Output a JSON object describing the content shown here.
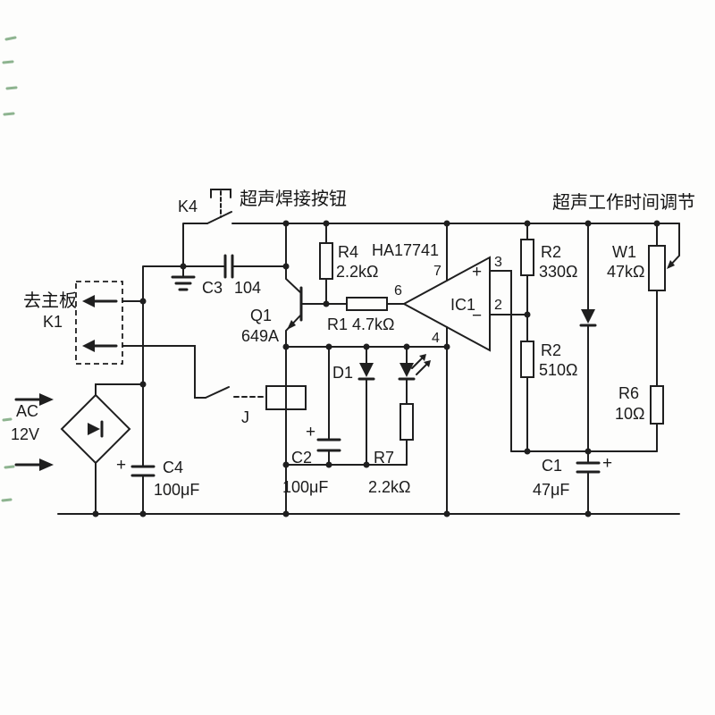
{
  "diagram": {
    "kind": "scanned circuit schematic",
    "caption_button": "超声焊接按钮",
    "caption_time_adjust": "超声工作时间调节"
  },
  "labels": {
    "k4": "K4",
    "button_caption": "超声焊接按钮",
    "time_caption": "超声工作时间调节",
    "to_mainboard": "去主板",
    "k1": "K1",
    "ac": "AC",
    "ac_v": "12V",
    "c3": "C3",
    "c3_v": "104",
    "q1": "Q1",
    "q1_v": "649A",
    "r4": "R4",
    "r4_v": "2.2kΩ",
    "ic_part": "HA17741",
    "r1": "R1",
    "r1_v": "4.7kΩ",
    "pin2": "2",
    "pin3": "3",
    "pin4": "4",
    "pin6": "6",
    "pin7": "7",
    "ic1": "IC1",
    "plus": "+",
    "minus": "−",
    "r2a": "R2",
    "r2a_v": "330Ω",
    "w1": "W1",
    "w1_v": "47kΩ",
    "r2b": "R2",
    "r2b_v": "510Ω",
    "d1": "D1",
    "j": "J",
    "c4": "C4",
    "c4_v": "100μF",
    "c2": "C2",
    "c2_v": "100μF",
    "r7": "R7",
    "r7_v": "2.2kΩ",
    "r6": "R6",
    "r6_v": "10Ω",
    "c1": "C1",
    "c1_v": "47μF",
    "cap_plus": "+"
  },
  "colors": {
    "ink": "#1f1f1f",
    "paper": "#fdfdfc",
    "scan_mark_green": "#6a9c6d"
  }
}
